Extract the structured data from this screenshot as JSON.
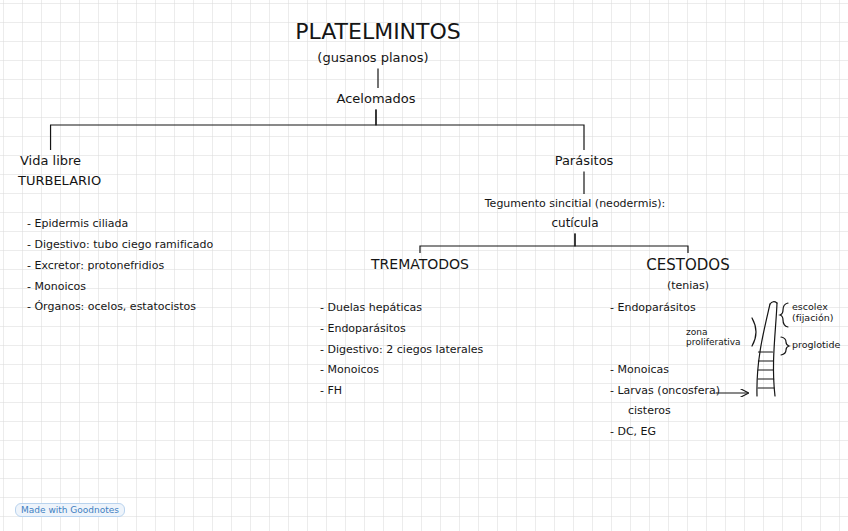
{
  "diagram": {
    "nodes": [
      {
        "text": [
          "PLATELMINTOS",
          "(gusanos planos)"
        ]
      },
      {
        "text": [
          "Acelomados"
        ]
      },
      {
        "text": [
          "Vida libre",
          "TURBELARIO",
          "- Epidermis ciliada",
          "- Digestivo: tubo ciego ramificado",
          "- Excretor: protonefridios",
          "- Monoicos",
          "- Órganos: ocelos, estatocistos"
        ]
      },
      {
        "text": [
          "Parásitos"
        ]
      },
      {
        "text": [
          "Tegumento sincitial (neodermis):",
          "cutícula"
        ]
      },
      {
        "text": [
          "TREMATODOS",
          "- Duelas hepáticas",
          "- Endoparásitos",
          "- Digestivo: 2 ciegos laterales",
          "- Monoicos",
          "- FH"
        ]
      },
      {
        "text": [
          "CESTODOS",
          "(tenias)",
          "- Endoparásitos",
          "- Monoicas",
          "- Larvas (oncosfera)",
          "cisteros",
          "- DC, EG"
        ]
      }
    ],
    "edges": [
      {
        "from": 0,
        "to": 1,
        "arrow": "none"
      },
      {
        "from": 1,
        "to": 2,
        "arrow": "none"
      },
      {
        "from": 1,
        "to": 3,
        "arrow": "none"
      },
      {
        "from": 3,
        "to": 4,
        "arrow": "none"
      },
      {
        "from": 4,
        "to": 5,
        "arrow": "none"
      },
      {
        "from": 4,
        "to": 6,
        "arrow": "none"
      }
    ],
    "labels": [
      "zona proliferativa",
      "escolex (fijación)",
      "proglotide",
      "Made with Goodnotes"
    ]
  }
}
